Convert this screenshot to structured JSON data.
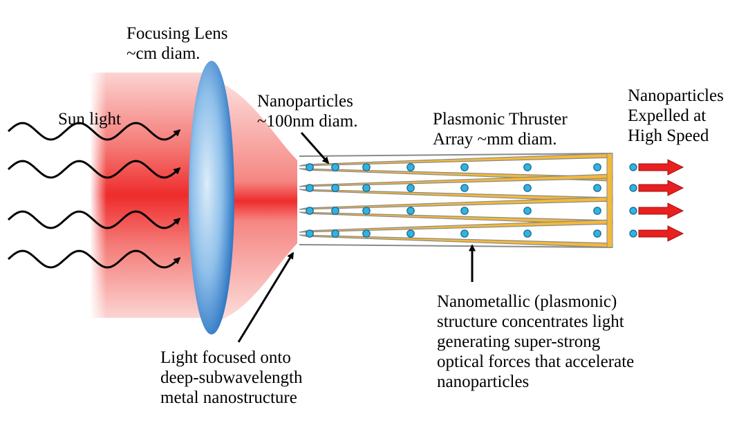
{
  "labels": {
    "lens": [
      "Focusing Lens",
      "~cm diam."
    ],
    "sunlight": [
      "Sun light"
    ],
    "nanoparticles": [
      "Nanoparticles",
      "~100nm diam."
    ],
    "thruster": [
      "Plasmonic Thruster",
      "Array  ~mm diam."
    ],
    "expelled": [
      "Nanoparticles",
      "Expelled at",
      "High Speed"
    ],
    "focused": [
      "Light focused onto",
      "deep-subwavelength",
      "metal nanostructure"
    ],
    "structure": [
      "Nanometallic (plasmonic)",
      "structure concentrates light",
      "generating super-strong",
      "optical forces that accelerate",
      "nanoparticles"
    ]
  },
  "colors": {
    "beam": "#ef2b2b",
    "lens_edge": "#2f78c4",
    "lens_light": "#d6e9f8",
    "channel": "#f3b93a",
    "channel_edge": "#8a8a8a",
    "particle": "#2fb4e0",
    "particle_edge": "#1a5f8c",
    "exit_arrow": "#e8201f"
  }
}
